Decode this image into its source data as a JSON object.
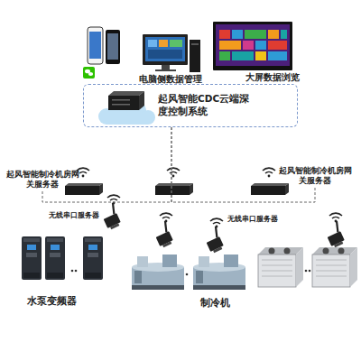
{
  "diagram": {
    "nodes": [
      {
        "text": [
          "起风智能CDC云端深度控制系统"
        ]
      },
      {
        "text": [
          "起风智能制冷机房网关服务器"
        ]
      },
      {
        "text": [
          "起风智能制冷机房网关服务器"
        ]
      }
    ],
    "edges": [
      {
        "from": 0,
        "to": 1,
        "arrow": "none"
      },
      {
        "from": 0,
        "to": 2,
        "arrow": "none"
      }
    ],
    "labels": [
      "电脑侧数据管理",
      "大屏数据浏览",
      "无线串口服务器",
      "无线串口服务器",
      "水泵变频器",
      "制冷机"
    ]
  }
}
